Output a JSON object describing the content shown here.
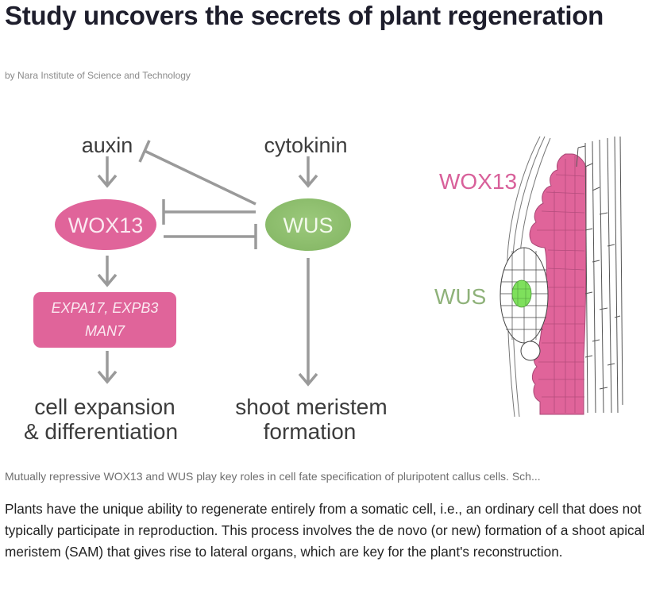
{
  "article": {
    "title": "Study uncovers the secrets of plant regeneration",
    "byline": "by Nara Institute of Science and Technology",
    "caption": "Mutually repressive WOX13 and WUS play key roles in cell fate specification of pluripotent callus cells. Sch...",
    "body": "Plants have the unique ability to regenerate entirely from a somatic cell, i.e., an ordinary cell that does not typically participate in reproduction. This process involves the de novo (or new) formation of a shoot apical meristem (SAM) that gives rise to lateral organs, which are key for the plant's reconstruction."
  },
  "diagram": {
    "colors": {
      "wox13": "#e0649a",
      "wus": "#8fbf6f",
      "wus_expression": "#7ee05c",
      "arrow": "#9a9a9a",
      "text": "#3c3c3c",
      "cell_outline": "#555555"
    },
    "nodes": {
      "auxin": "auxin",
      "cytokinin": "cytokinin",
      "wox13": "WOX13",
      "wus": "WUS",
      "targets_line1": "EXPA17, EXPB3",
      "targets_line2": "MAN7",
      "outcome_left_line1": "cell expansion",
      "outcome_left_line2": "& differentiation",
      "outcome_right_line1": "shoot meristem",
      "outcome_right_line2": "formation"
    },
    "illustration_labels": {
      "wox13": "WOX13",
      "wus": "WUS"
    },
    "edges": [
      {
        "from": "auxin",
        "to": "WOX13",
        "type": "activates"
      },
      {
        "from": "cytokinin",
        "to": "WUS",
        "type": "activates"
      },
      {
        "from": "WUS",
        "to": "auxin",
        "type": "represses"
      },
      {
        "from": "WUS",
        "to": "WOX13",
        "type": "represses"
      },
      {
        "from": "WOX13",
        "to": "WUS",
        "type": "represses"
      },
      {
        "from": "WOX13",
        "to": "EXPA17, EXPB3, MAN7",
        "type": "activates"
      },
      {
        "from": "EXPA17, EXPB3, MAN7",
        "to": "cell expansion & differentiation",
        "type": "activates"
      },
      {
        "from": "WUS",
        "to": "shoot meristem formation",
        "type": "activates"
      }
    ]
  }
}
